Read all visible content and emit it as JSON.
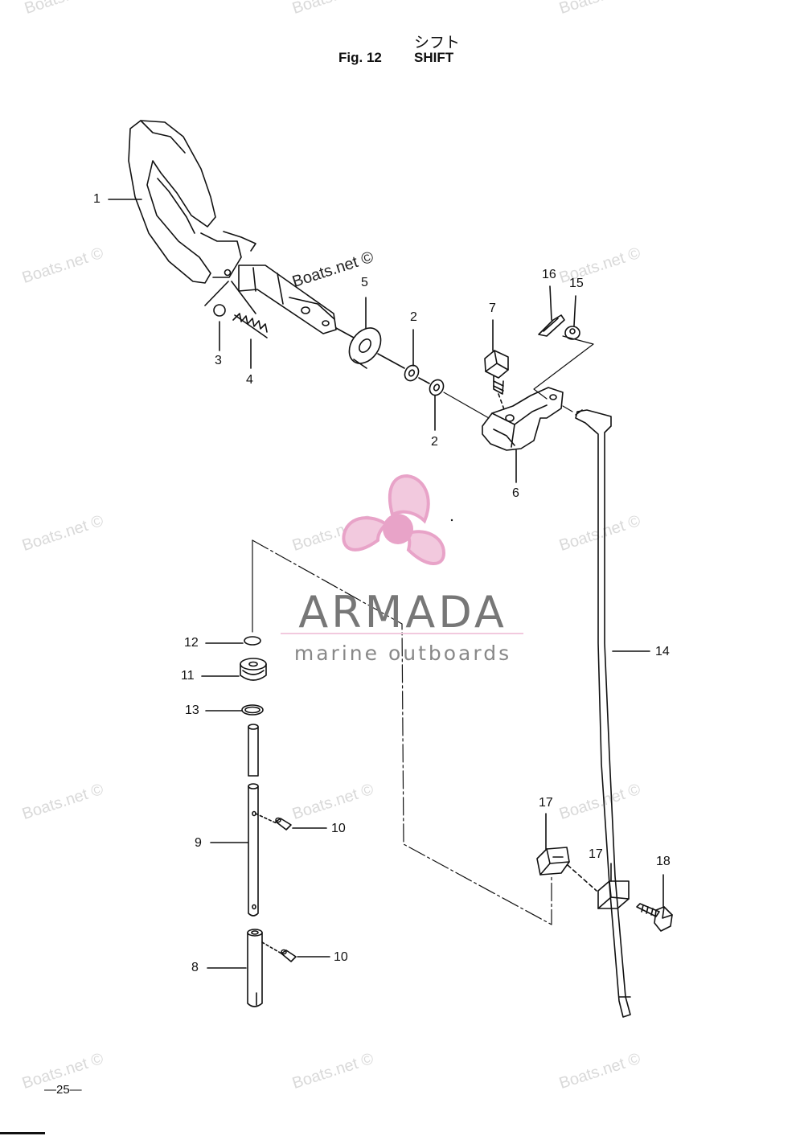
{
  "header": {
    "title_jp": "シフト",
    "figure_label": "Fig. 12",
    "figure_name": "SHIFT"
  },
  "callouts": {
    "c1": "1",
    "c2a": "2",
    "c2b": "2",
    "c3": "3",
    "c4": "4",
    "c5": "5",
    "c6": "6",
    "c7": "7",
    "c8": "8",
    "c9": "9",
    "c10a": "10",
    "c10b": "10",
    "c11": "11",
    "c12": "12",
    "c13": "13",
    "c14": "14",
    "c15": "15",
    "c16": "16",
    "c17a": "17",
    "c17b": "17",
    "c18": "18"
  },
  "watermark": {
    "text": "Boats.net ©",
    "text_top": "Boats.net"
  },
  "logo": {
    "name": "ARMADA",
    "tagline": "marine outboards",
    "color": "#e8a3c8"
  },
  "footer": {
    "page_number": "—25—"
  }
}
